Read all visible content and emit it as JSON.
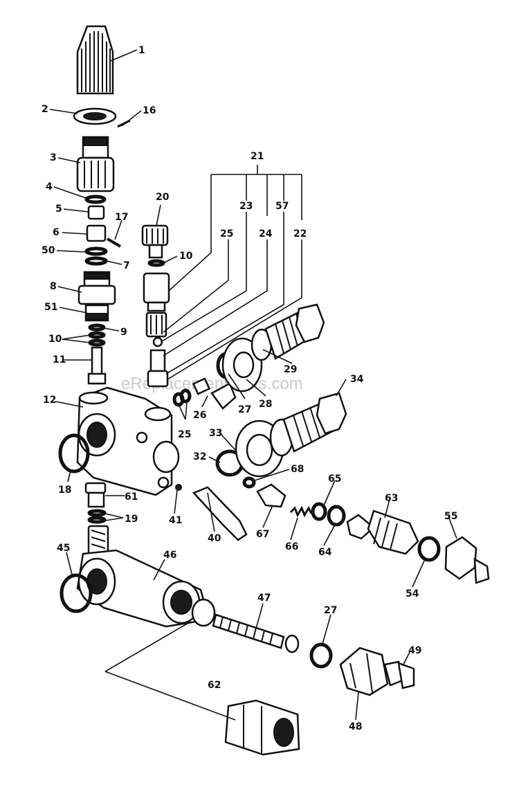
{
  "watermark": "eReplacementParts.com",
  "callouts": {
    "p1": "1",
    "p2": "2",
    "p16": "16",
    "p3": "3",
    "p4": "4",
    "p5": "5",
    "p6": "6",
    "p17": "17",
    "p50": "50",
    "p7": "7",
    "p8": "8",
    "p51": "51",
    "p9": "9",
    "p10a": "10",
    "p11": "11",
    "p12": "12",
    "p18": "18",
    "p20": "20",
    "p10b": "10",
    "p21": "21",
    "p23": "23",
    "p57": "57",
    "p25a": "25",
    "p24": "24",
    "p22": "22",
    "p29": "29",
    "p28": "28",
    "p27a": "27",
    "p26": "26",
    "p25b": "25",
    "p34": "34",
    "p33": "33",
    "p32": "32",
    "p68": "68",
    "p65": "65",
    "p63": "63",
    "p55": "55",
    "p61": "61",
    "p19": "19",
    "p41": "41",
    "p40": "40",
    "p67": "67",
    "p66": "66",
    "p64": "64",
    "p54": "54",
    "p45": "45",
    "p46": "46",
    "p47": "47",
    "p27b": "27",
    "p49": "49",
    "p48": "48",
    "p62": "62"
  }
}
